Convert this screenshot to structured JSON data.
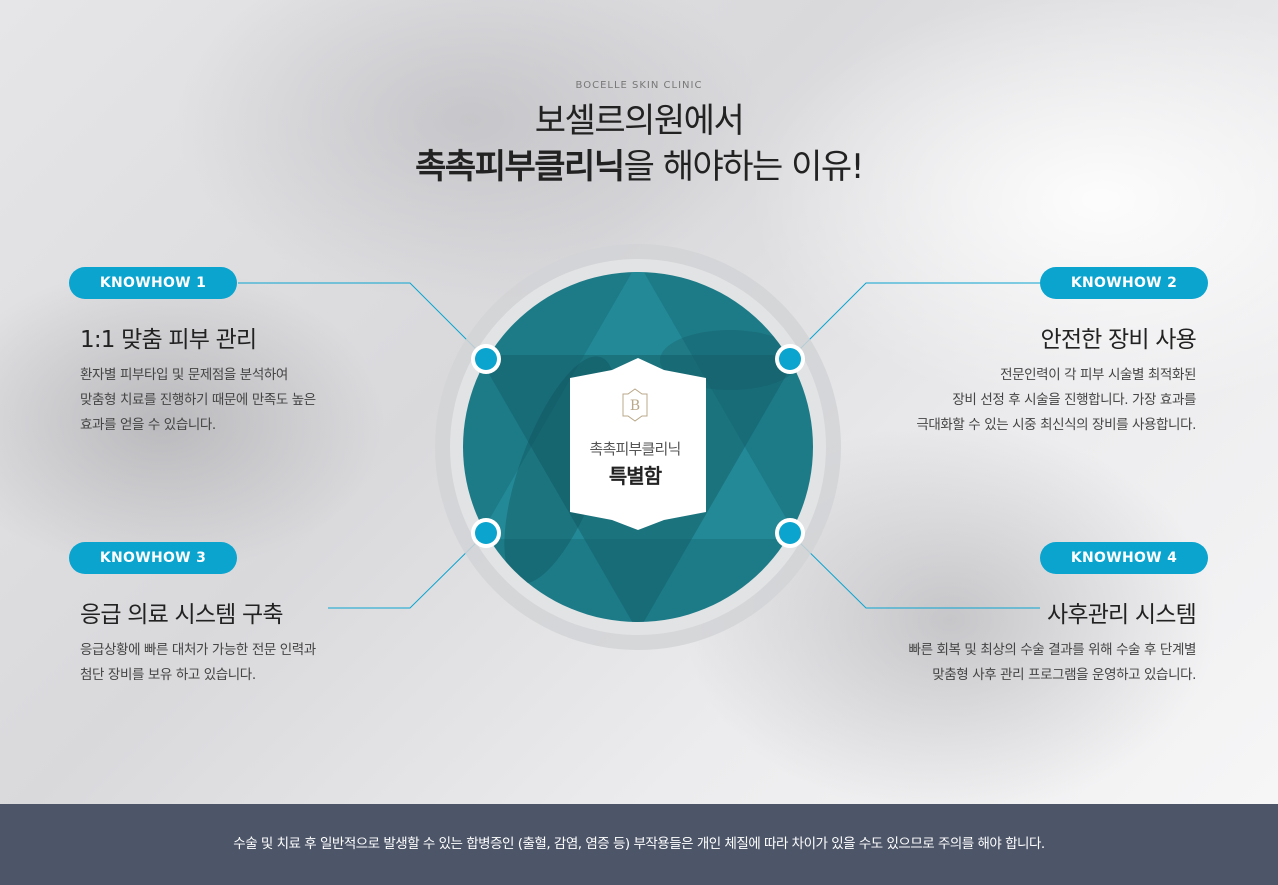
{
  "header": {
    "brand": "BOCELLE SKIN CLINIC",
    "title_line1": "보셀르의원에서",
    "title_line2_bold": "촉촉피부클리닉",
    "title_line2_rest": "을 해야하는 이유!"
  },
  "center": {
    "subtitle": "촉촉피부클리닉",
    "title": "특별함",
    "logo_letter": "B"
  },
  "knowhows": [
    {
      "badge": "KNOWHOW 1",
      "title": "1:1 맞춤 피부 관리",
      "lines": [
        "환자별 피부타입 및 문제점을 분석하여",
        "맞춤형 치료를 진행하기 때문에 만족도 높은",
        "효과를 얻을 수 있습니다."
      ]
    },
    {
      "badge": "KNOWHOW 2",
      "title": "안전한 장비 사용",
      "lines": [
        "전문인력이 각 피부 시술별 최적화된",
        "장비 선정 후 시술을 진행합니다. 가장 효과를",
        "극대화할 수 있는 시중 최신식의 장비를 사용합니다."
      ]
    },
    {
      "badge": "KNOWHOW 3",
      "title": "응급 의료 시스템 구축",
      "lines": [
        "응급상황에 빠른 대처가 가능한 전문 인력과",
        "첨단 장비를 보유 하고 있습니다."
      ]
    },
    {
      "badge": "KNOWHOW 4",
      "title": "사후관리 시스템",
      "lines": [
        "빠른 회복 및 최상의 수술 결과를 위해 수술 후 단계별",
        "맞춤형 사후 관리 프로그램을 운영하고 있습니다."
      ]
    }
  ],
  "footer": {
    "notice": "수술 및 치료 후 일반적으로 발생할 수 있는 합병증인 (출혈, 감염, 염증 등) 부작용들은 개인 체질에 따라 차이가 있을 수도 있으므로 주의를 해야 합니다."
  },
  "colors": {
    "accent": "#0aa4cf",
    "circle": "#1d7b88",
    "footer_bg": "#4d5669"
  }
}
